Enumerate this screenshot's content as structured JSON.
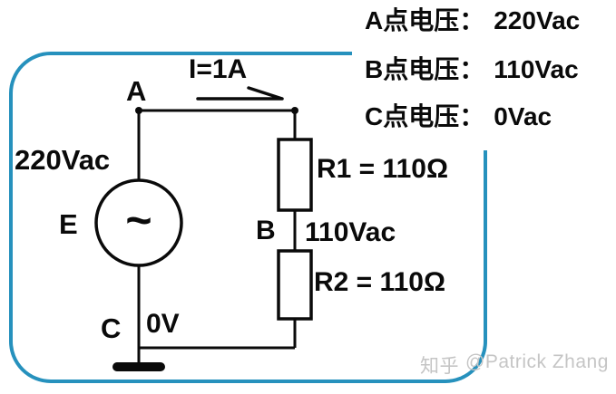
{
  "readings_panel": {
    "rows": [
      {
        "label": "A点电压：",
        "value": "220Vac"
      },
      {
        "label": "B点电压：",
        "value": "110Vac"
      },
      {
        "label": "C点电压：",
        "value": "0Vac"
      }
    ]
  },
  "circuit": {
    "node_a_label": "A",
    "current_label": "I=1A",
    "source_voltage_label": "220Vac",
    "source_name_label": "E",
    "source_symbol": "~",
    "resistor1_label": "R1 = 110Ω",
    "node_b_label": "B",
    "node_b_voltage_label": "110Vac",
    "resistor2_label": "R2 = 110Ω",
    "node_c_label": "C",
    "node_c_voltage_label": "0V"
  },
  "watermark": {
    "site": "知乎",
    "author": "@Patrick Zhang"
  },
  "colors": {
    "frame_border": "#2691bd",
    "wire": "#0a0a0a",
    "watermark_text": "#c5c5c5"
  }
}
